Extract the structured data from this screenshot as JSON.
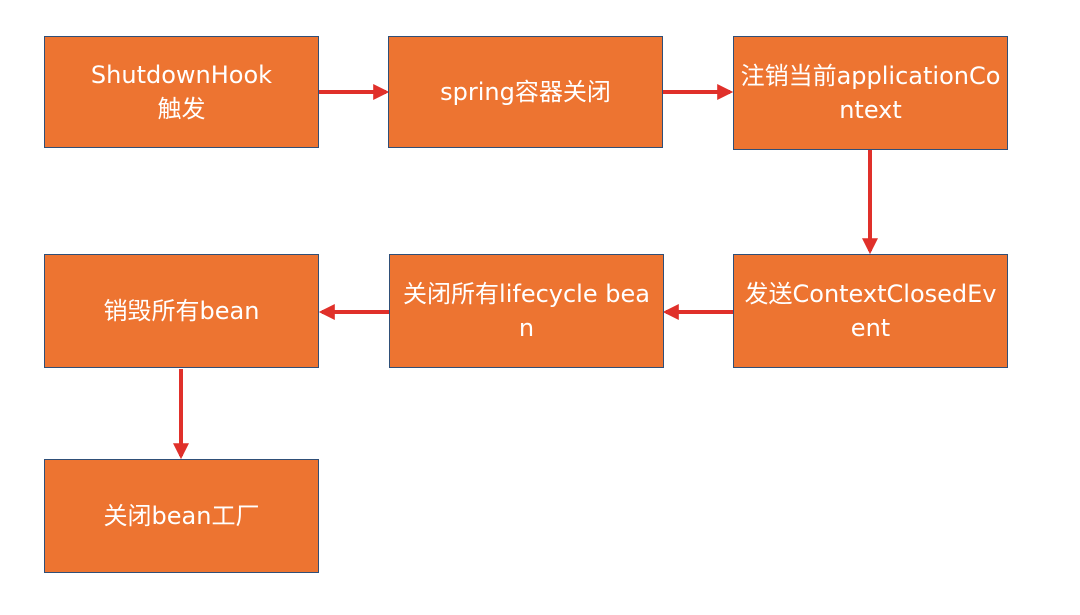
{
  "colors": {
    "node_fill": "#ED7431",
    "node_border": "#2F4F78",
    "node_text": "#FFFFFF",
    "arrow": "#E0302A",
    "background": "#FFFFFF"
  },
  "nodes": {
    "shutdown_hook": "ShutdownHook触发",
    "spring_close": "spring容器关闭",
    "unregister_context": "注销当前applicationContext",
    "publish_event": "发送ContextClosedEvent",
    "close_lifecycle": "关闭所有lifecycle bean",
    "destroy_beans": "销毁所有bean",
    "close_factory": "关闭bean工厂"
  },
  "edges": [
    {
      "from": "shutdown_hook",
      "to": "spring_close"
    },
    {
      "from": "spring_close",
      "to": "unregister_context"
    },
    {
      "from": "unregister_context",
      "to": "publish_event"
    },
    {
      "from": "publish_event",
      "to": "close_lifecycle"
    },
    {
      "from": "close_lifecycle",
      "to": "destroy_beans"
    },
    {
      "from": "destroy_beans",
      "to": "close_factory"
    }
  ]
}
